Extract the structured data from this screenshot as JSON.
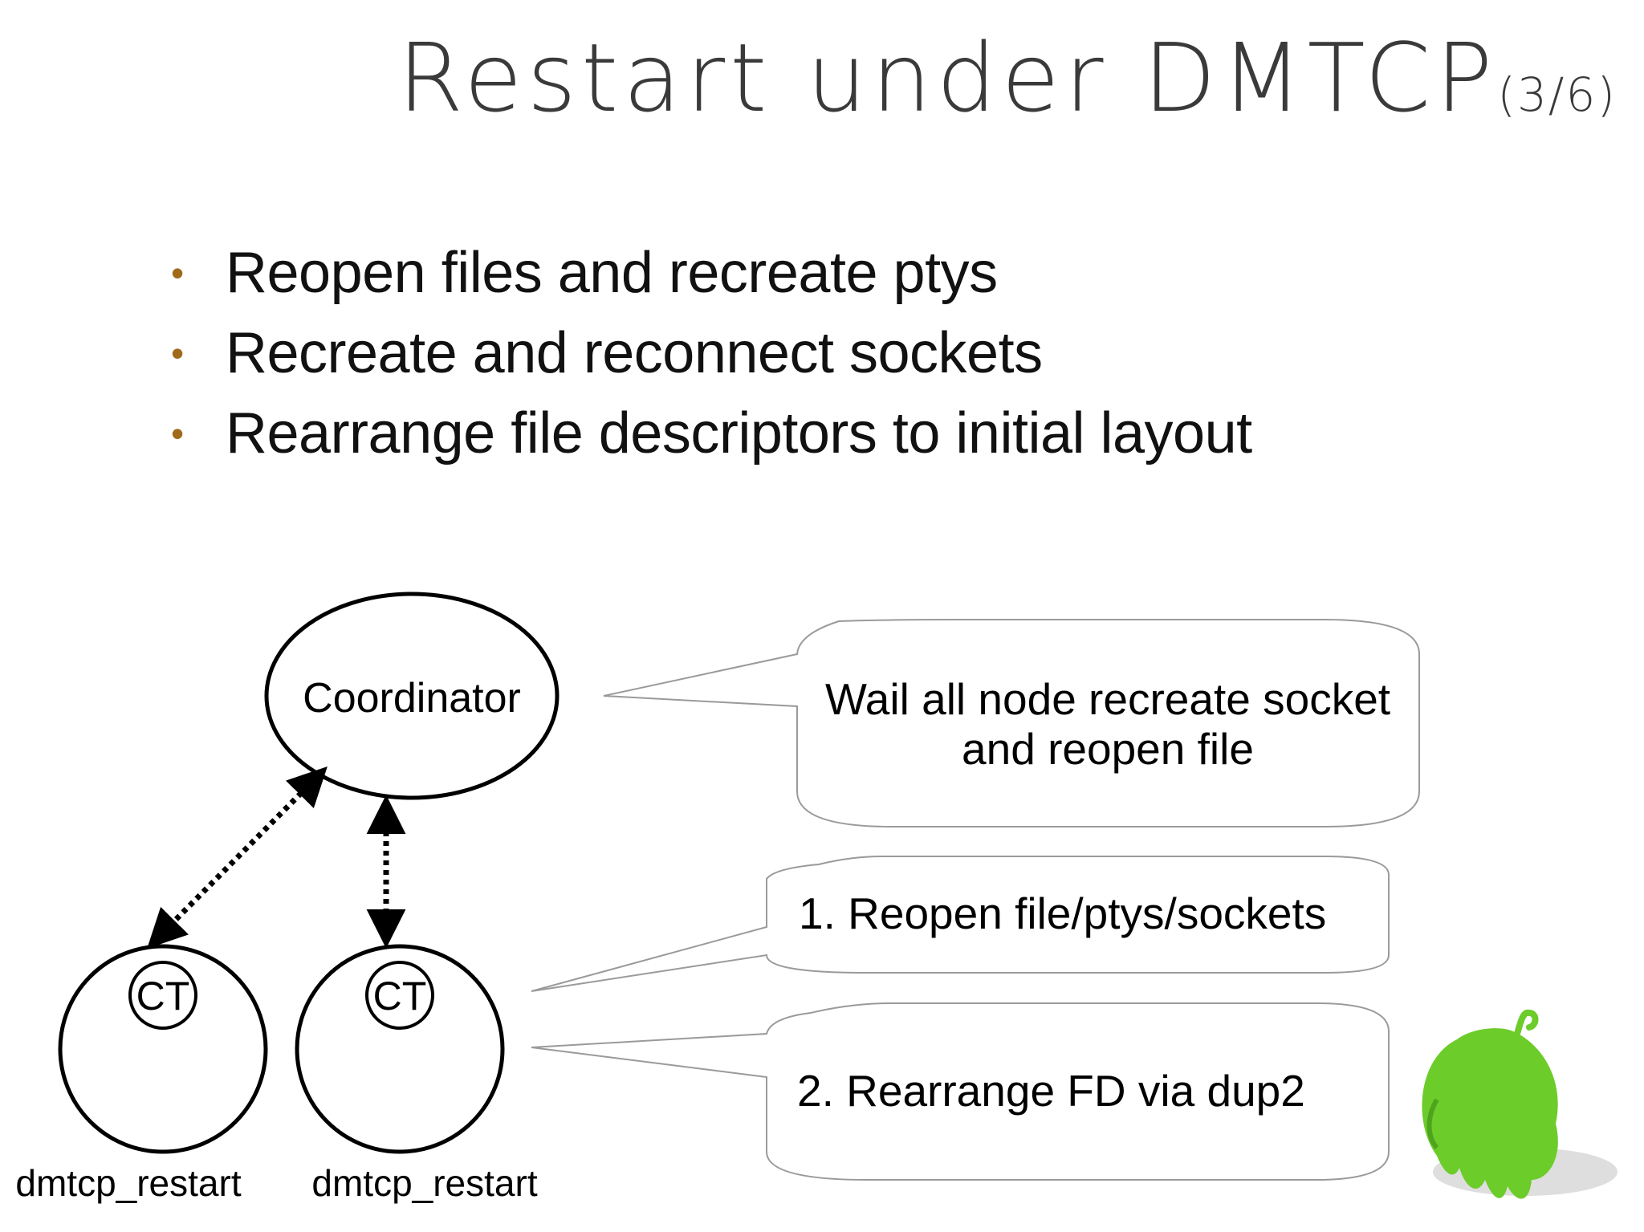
{
  "slide": {
    "title": "Restart under DMTCP",
    "title_counter": "(3/6)"
  },
  "bullets": [
    "Reopen files and recreate ptys",
    "Recreate and reconnect sockets",
    "Rearrange file descriptors to initial layout"
  ],
  "diagram": {
    "coordinator_label": "Coordinator",
    "nodes": [
      {
        "ct_label": "CT",
        "process_label": "dmtcp_restart"
      },
      {
        "ct_label": "CT",
        "process_label": "dmtcp_restart"
      }
    ],
    "callouts": [
      {
        "lines": [
          "Wail all node recreate socket",
          "and reopen file"
        ]
      },
      {
        "lines": [
          "1. Reopen file/ptys/sockets"
        ]
      },
      {
        "lines": [
          "2. Rearrange FD via dup2"
        ]
      }
    ]
  },
  "colors": {
    "bullet": "#a06a1b",
    "mascot": "#6ccc2a",
    "title": "#3a3a3a"
  },
  "icons": {
    "mascot": "green-mascot-icon"
  }
}
